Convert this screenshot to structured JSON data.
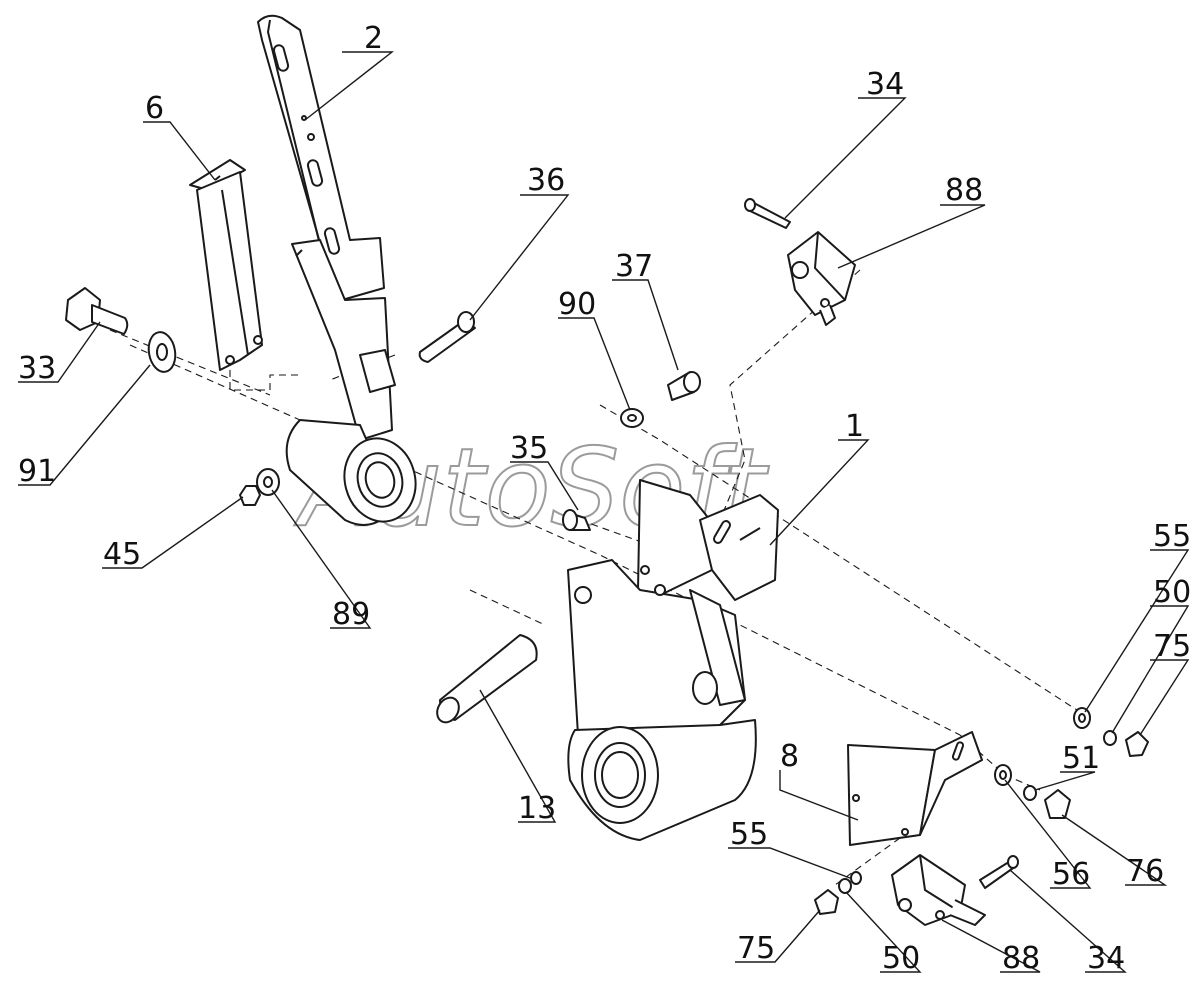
{
  "watermark": "AutoSoft",
  "callouts": {
    "c2": "2",
    "c6": "6",
    "c36": "36",
    "c34_top": "34",
    "c88_top": "88",
    "c37": "37",
    "c90": "90",
    "c33": "33",
    "c91": "91",
    "c35": "35",
    "c1": "1",
    "c45": "45",
    "c89": "89",
    "c55_right": "55",
    "c50_right": "50",
    "c75_right": "75",
    "c13": "13",
    "c8": "8",
    "c51": "51",
    "c55_bottom": "55",
    "c56": "56",
    "c76": "76",
    "c75_bottom": "75",
    "c50_bottom": "50",
    "c88_bottom": "88",
    "c34_bottom": "34"
  }
}
